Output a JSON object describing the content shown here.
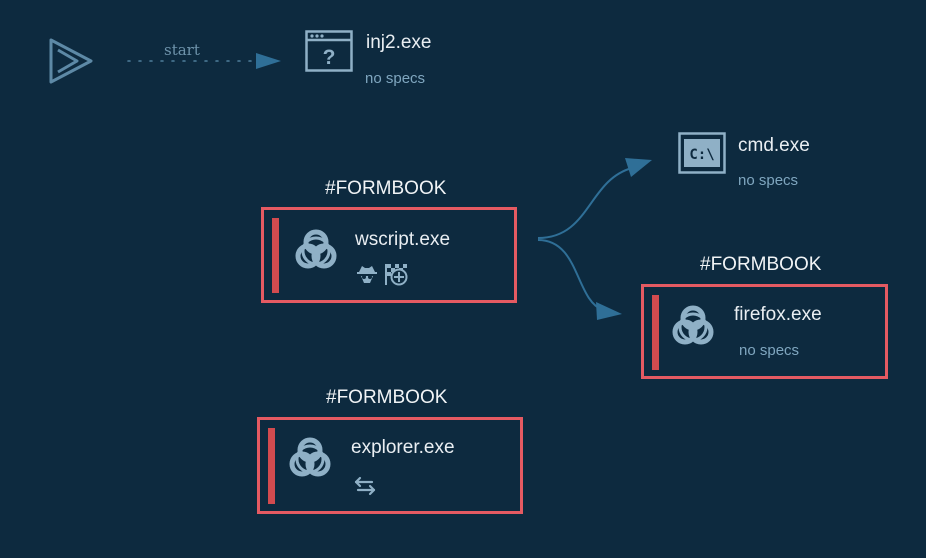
{
  "start": {
    "label": "start",
    "icon": "play-icon"
  },
  "nodes": {
    "inj2": {
      "title": "inj2.exe",
      "spec": "no specs",
      "icon": "unknown-window-icon"
    },
    "cmd": {
      "title": "cmd.exe",
      "spec": "no specs",
      "icon": "console-icon"
    },
    "wscript": {
      "tag": "#FORMBOOK",
      "title": "wscript.exe",
      "icon": "biohazard-icon",
      "badges": [
        "spy-icon",
        "network-flag-icon"
      ]
    },
    "firefox": {
      "tag": "#FORMBOOK",
      "title": "firefox.exe",
      "spec": "no specs",
      "icon": "biohazard-icon"
    },
    "explorer": {
      "tag": "#FORMBOOK",
      "title": "explorer.exe",
      "icon": "biohazard-icon",
      "badges": [
        "exchange-arrows-icon"
      ]
    }
  },
  "colors": {
    "background": "#0d2a3f",
    "malicious_border": "#e45a62",
    "connector": "#2f6f97",
    "icon": "#8fb0c6"
  }
}
